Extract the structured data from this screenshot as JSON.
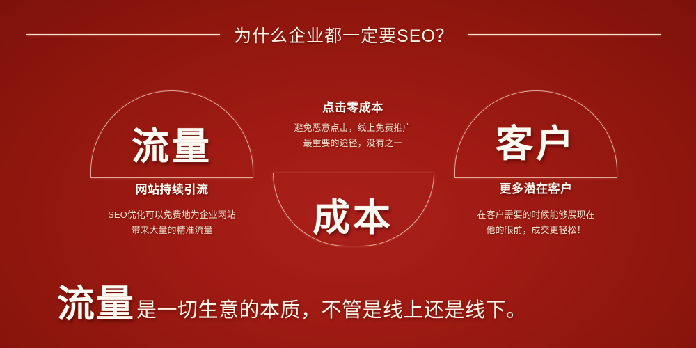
{
  "colors": {
    "background_dark": "#7d120a",
    "background_mid": "#8d160d",
    "background_light": "#aa201b",
    "text_primary": "#fffaf2",
    "text_secondary": "#f6ddc9",
    "outline": "#ffe1cd"
  },
  "header": {
    "title": "为什么企业都一定要SEO？"
  },
  "columns": [
    {
      "id": "traffic",
      "shape": "dome",
      "big_word": "流量",
      "sub_head": "网站持续引流",
      "desc_line1": "SEO优化可以免费地为企业网站",
      "desc_line2": "带来大量的精准流量"
    },
    {
      "id": "cost",
      "shape": "bowl",
      "big_word": "成本",
      "sub_head": "点击零成本",
      "desc_line1": "避免恶意点击，线上免费推广",
      "desc_line2": "最重要的途径，没有之一"
    },
    {
      "id": "customer",
      "shape": "dome",
      "big_word": "客户",
      "sub_head": "更多潜在客户",
      "desc_line1": "在客户需要的时候能够展现在",
      "desc_line2": "他的眼前，成交更轻松！"
    }
  ],
  "tagline": {
    "lead": "流量",
    "rest": "是一切生意的本质，不管是线上还是线下。"
  }
}
